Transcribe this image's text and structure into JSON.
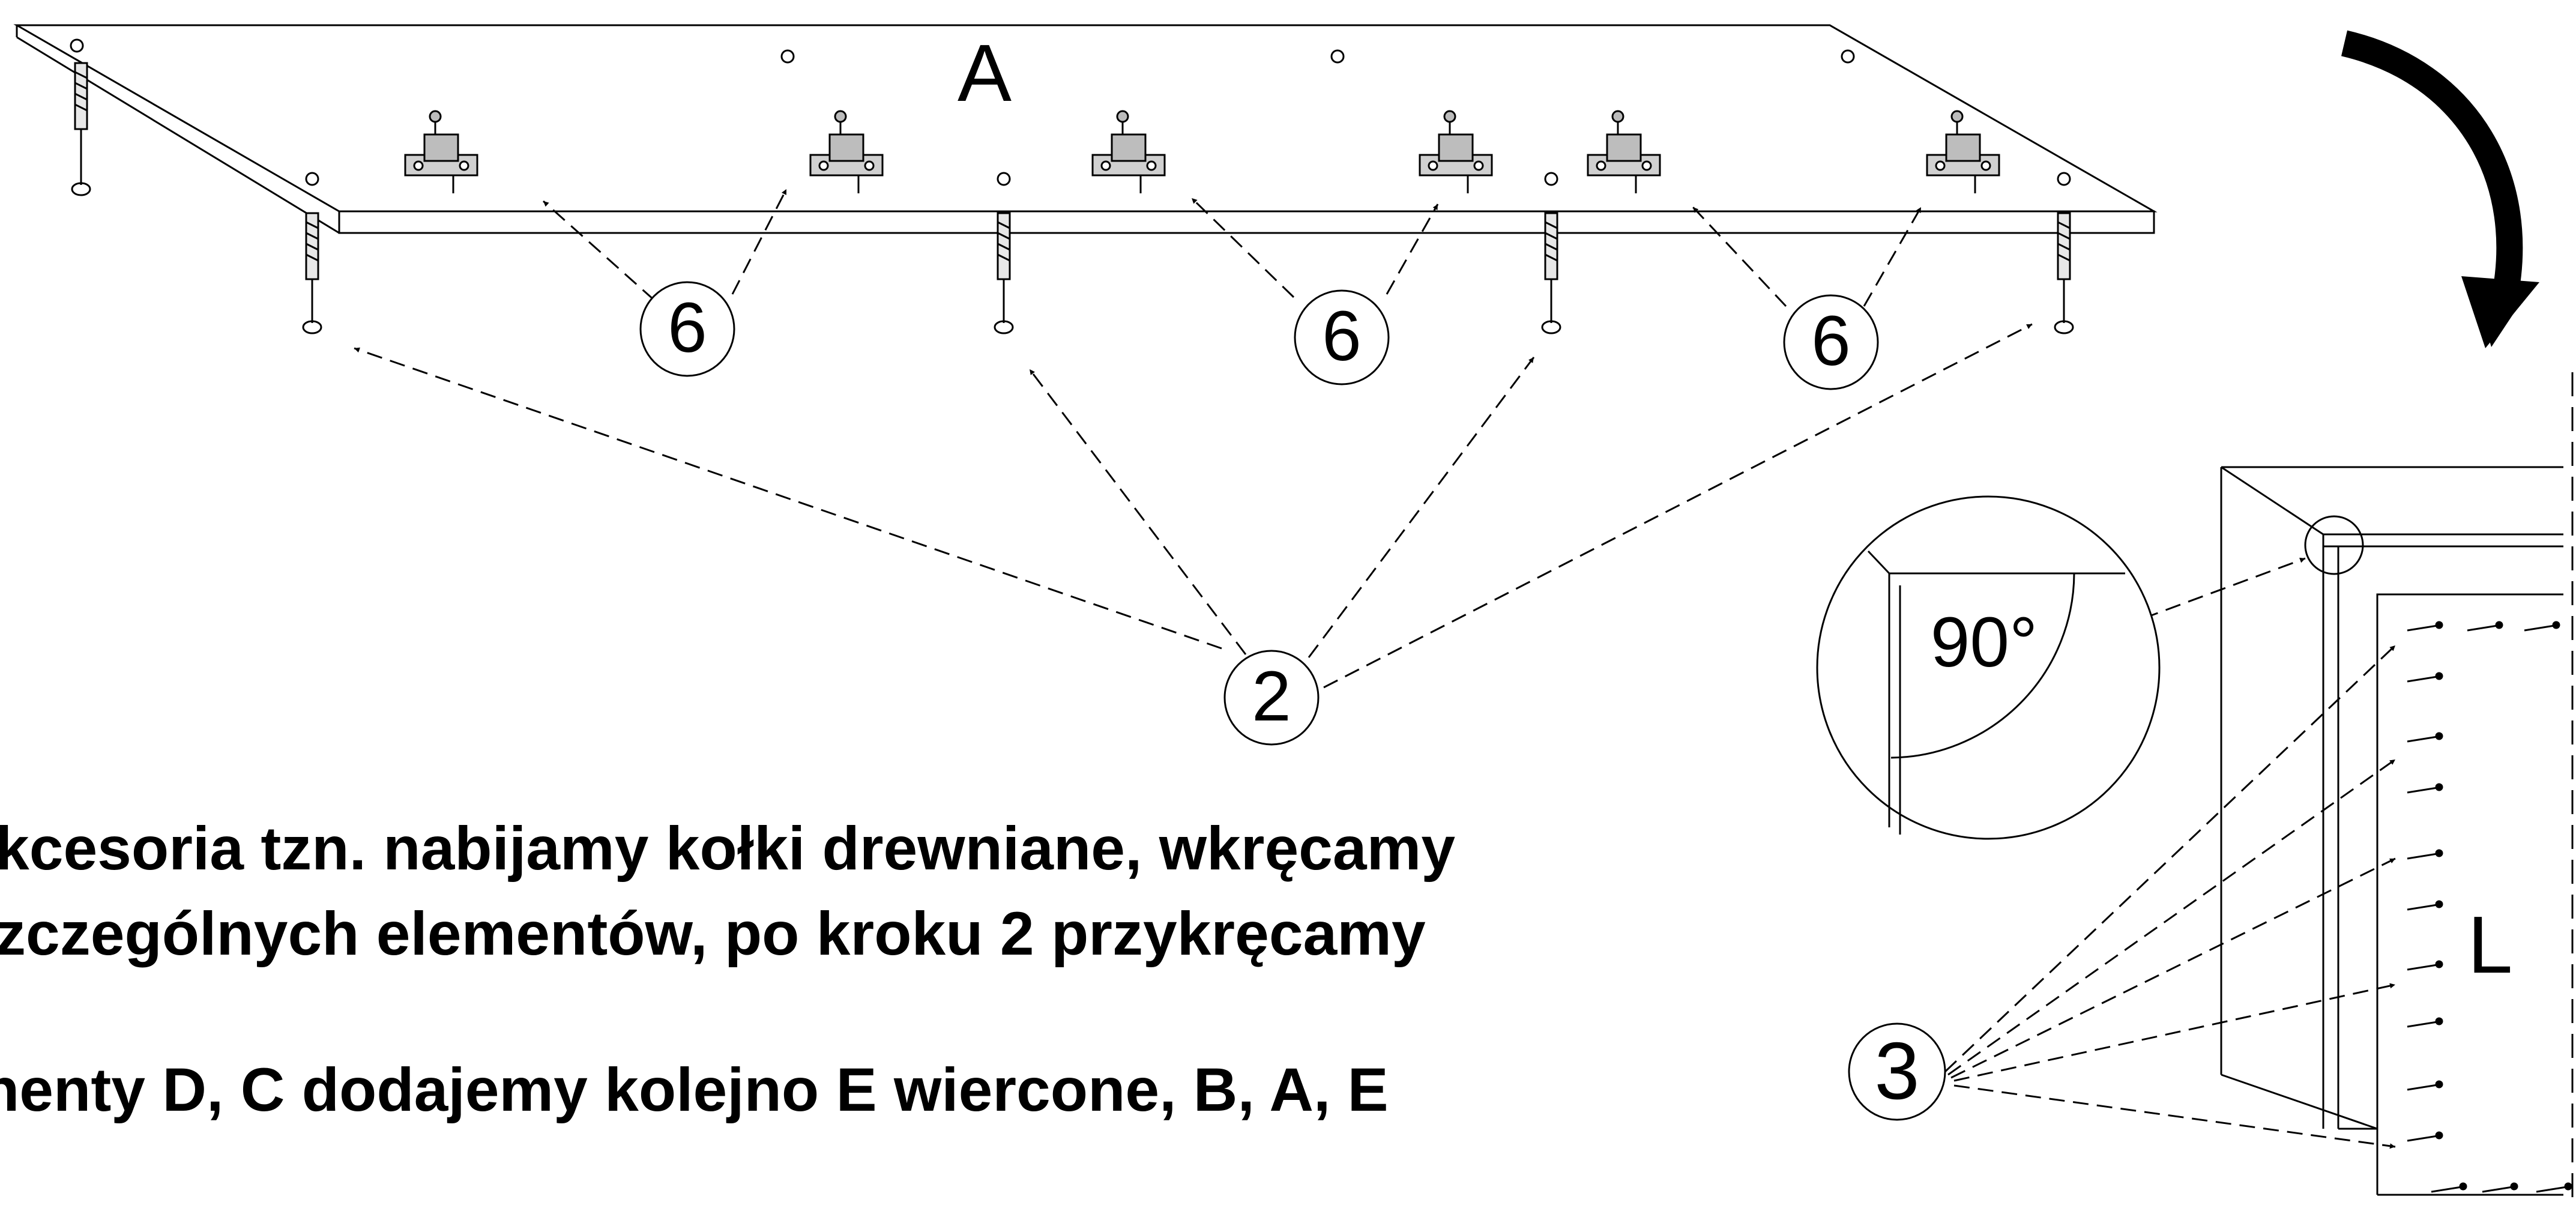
{
  "diagram": {
    "labels": {
      "panel_a": "A",
      "part_l": "L",
      "angle": "90°"
    },
    "callouts": {
      "six": "6",
      "two": "2",
      "three": "3"
    }
  },
  "instructions": {
    "line1": "kcesoria tzn. nabijamy kołki drewniane, wkręcamy",
    "line2": "zczególnych elementów, po kroku 2 przykręcamy",
    "line3": "nenty  D, C  dodajemy kolejno E wiercone, B, A, E"
  }
}
